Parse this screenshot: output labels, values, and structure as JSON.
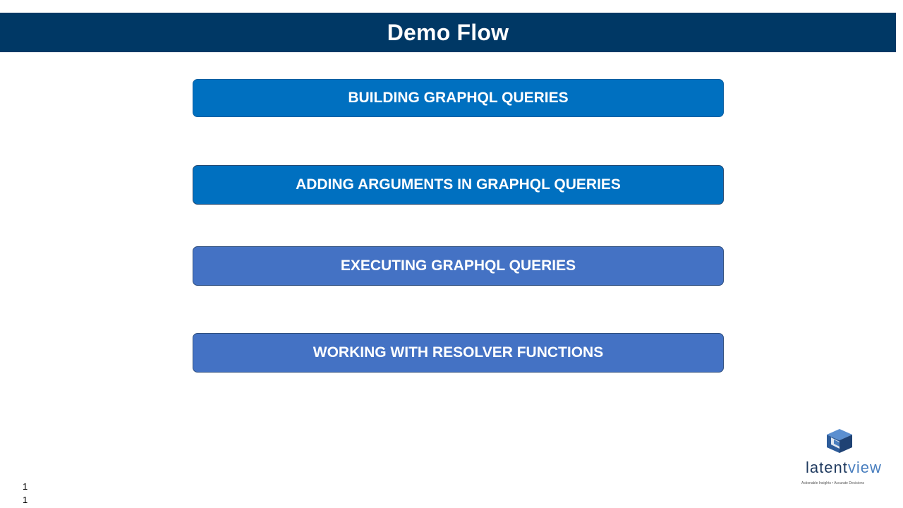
{
  "slide": {
    "title": "Demo Flow"
  },
  "steps": [
    {
      "label": "BUILDING GRAPHQL QUERIES"
    },
    {
      "label": "ADDING ARGUMENTS IN GRAPHQL QUERIES"
    },
    {
      "label": "EXECUTING GRAPHQL QUERIES"
    },
    {
      "label": "WORKING WITH RESOLVER FUNCTIONS"
    }
  ],
  "footer": {
    "slide_number_line1": "1",
    "slide_number_line2": "1"
  },
  "logo": {
    "word_part_a": "latent",
    "word_part_b": "view",
    "tagline": "Actionable Insights • Accurate Decisions",
    "icon": "latentview-logo-icon"
  },
  "colors": {
    "title_bar": "#003865",
    "step_primary": "#0070c0",
    "step_secondary": "#4472c4"
  }
}
